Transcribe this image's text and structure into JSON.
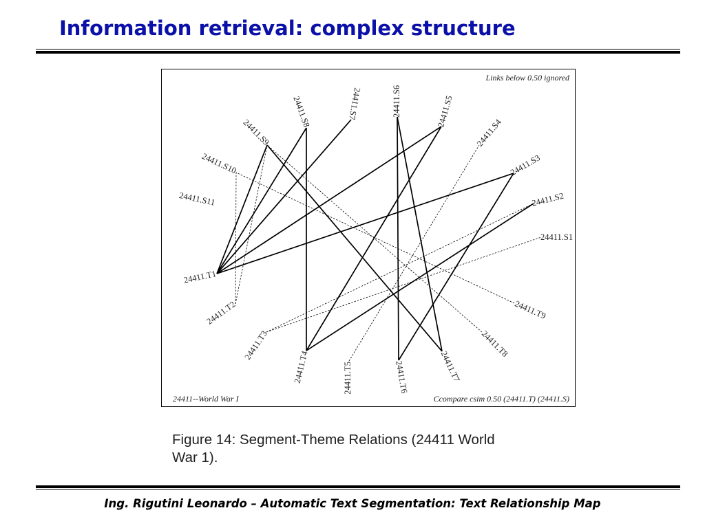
{
  "slide": {
    "title": "Information retrieval: complex structure",
    "caption": "Figure 14:  Segment-Theme Relations (24411 World\nWar 1).",
    "footer": "Ing. Rigutini Leonardo – Automatic Text Segmentation: Text Relationship Map"
  },
  "figure": {
    "top_right_note": "Links below 0.50 ignored",
    "bottom_left_note": "24411--World War I",
    "bottom_right_note": "Ccompare csim 0.50 (24411.T) (24411.S)",
    "nodes": [
      {
        "id": "S1",
        "label": "24411.S1"
      },
      {
        "id": "S2",
        "label": "24411.S2"
      },
      {
        "id": "S3",
        "label": "24411.S3"
      },
      {
        "id": "S4",
        "label": "24411.S4"
      },
      {
        "id": "S5",
        "label": "24411.S5"
      },
      {
        "id": "S6",
        "label": "24411.S6"
      },
      {
        "id": "S7",
        "label": "24411.S7"
      },
      {
        "id": "S8",
        "label": "24411.S8"
      },
      {
        "id": "S9",
        "label": "24411.S9"
      },
      {
        "id": "S10",
        "label": "24411.S10"
      },
      {
        "id": "S11",
        "label": "24411.S11"
      },
      {
        "id": "T1",
        "label": "24411.T1"
      },
      {
        "id": "T2",
        "label": "24411.T2"
      },
      {
        "id": "T3",
        "label": "24411.T3"
      },
      {
        "id": "T4",
        "label": "24411.T4"
      },
      {
        "id": "T5",
        "label": "24411.T5"
      },
      {
        "id": "T6",
        "label": "24411.T6"
      },
      {
        "id": "T7",
        "label": "24411.T7"
      },
      {
        "id": "T8",
        "label": "24411.T8"
      },
      {
        "id": "T9",
        "label": "24411.T9"
      }
    ],
    "strong_links": [
      [
        "T1",
        "S9"
      ],
      [
        "T1",
        "S8"
      ],
      [
        "T1",
        "S7"
      ],
      [
        "T1",
        "S5"
      ],
      [
        "T1",
        "S3"
      ],
      [
        "T4",
        "S8"
      ],
      [
        "T4",
        "S5"
      ],
      [
        "T4",
        "S2"
      ],
      [
        "T6",
        "S6"
      ],
      [
        "T6",
        "S3"
      ],
      [
        "T7",
        "S9"
      ],
      [
        "T7",
        "S6"
      ]
    ],
    "weak_links": [
      [
        "T2",
        "S10"
      ],
      [
        "T2",
        "S9"
      ],
      [
        "T3",
        "S2"
      ],
      [
        "T3",
        "S1"
      ],
      [
        "T5",
        "S4"
      ],
      [
        "T8",
        "S9"
      ],
      [
        "T9",
        "S10"
      ]
    ]
  }
}
